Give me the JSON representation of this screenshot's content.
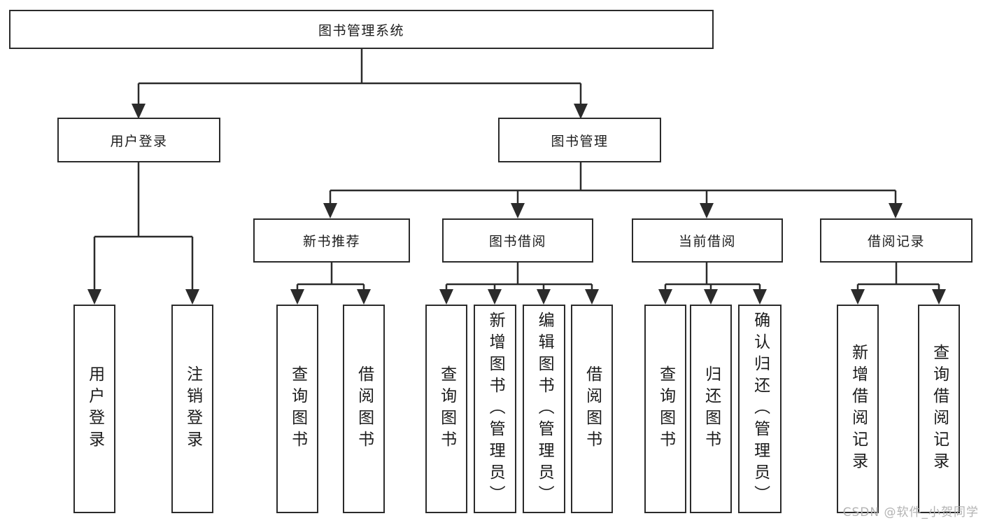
{
  "diagram": {
    "type": "hierarchy-tree",
    "root": {
      "label": "图书管理系统",
      "children": [
        {
          "label": "用户登录",
          "children": [
            {
              "label": "用户登录"
            },
            {
              "label": "注销登录"
            }
          ]
        },
        {
          "label": "图书管理",
          "children": [
            {
              "label": "新书推荐",
              "children": [
                {
                  "label": "查询图书"
                },
                {
                  "label": "借阅图书"
                }
              ]
            },
            {
              "label": "图书借阅",
              "children": [
                {
                  "label": "查询图书"
                },
                {
                  "label": "新增图书（管理员）"
                },
                {
                  "label": "编辑图书（管理员）"
                },
                {
                  "label": "借阅图书"
                }
              ]
            },
            {
              "label": "当前借阅",
              "children": [
                {
                  "label": "查询图书"
                },
                {
                  "label": "归还图书"
                },
                {
                  "label": "确认归还（管理员）"
                }
              ]
            },
            {
              "label": "借阅记录",
              "children": [
                {
                  "label": "新增借阅记录"
                },
                {
                  "label": "查询借阅记录"
                }
              ]
            }
          ]
        }
      ]
    },
    "colors": {
      "line": "#2b2b2b",
      "box_border": "#2b2b2b",
      "box_fill": "#ffffff",
      "text": "#1c1c1c",
      "watermark": "#b3b3b3"
    }
  },
  "watermark": {
    "text": "CSDN @软件_小贺同学"
  }
}
